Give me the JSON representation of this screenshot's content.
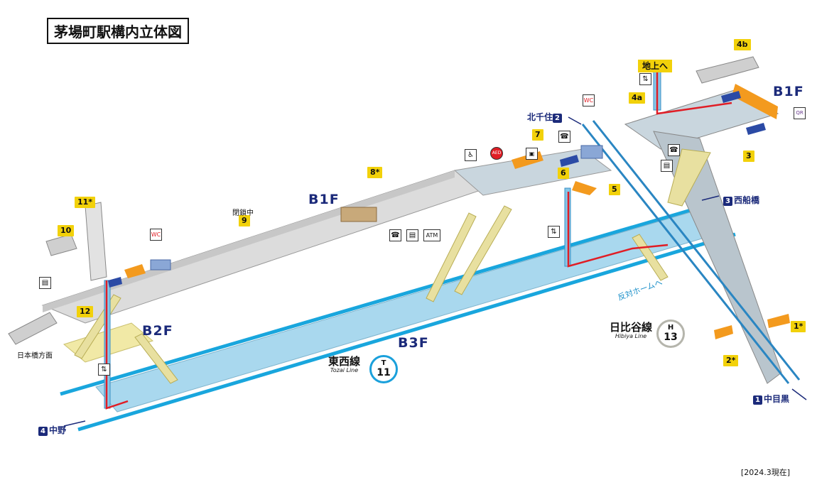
{
  "title": "茅場町駅構内立体図",
  "levels": {
    "b1f_left": "B1F",
    "b1f_right": "B1F",
    "b2f": "B2F",
    "b3f": "B3F"
  },
  "exits": {
    "e1": "1*",
    "e2": "2*",
    "e3": "3",
    "e4a": "4a",
    "e4b": "4b",
    "e5": "5",
    "e6": "6",
    "e7": "7",
    "e8": "8*",
    "e9": "9",
    "e10": "10",
    "e11": "11*",
    "e12": "12"
  },
  "exit9_note": "閉鎖中",
  "ground_label": "地上へ",
  "directions": {
    "kitasenju": {
      "num": "2",
      "text": "北千住"
    },
    "nishifunabashi": {
      "num": "3",
      "text": "西船橋"
    },
    "nakano": {
      "num": "4",
      "text": "中野"
    },
    "nakameguro": {
      "num": "1",
      "text": "中目黒"
    },
    "nihonbashi": "日本橋方面"
  },
  "opposite_platform": "反対ホームへ",
  "lines": {
    "tozai": {
      "jp": "東西線",
      "en": "Tozai Line",
      "letter": "T",
      "number": "11",
      "color": "#1aa0db"
    },
    "hibiya": {
      "jp": "日比谷線",
      "en": "Hibiya Line",
      "letter": "H",
      "number": "13",
      "color": "#b5b5ac"
    }
  },
  "icons": {
    "phone": "☎",
    "atm": "ATM",
    "locker": "▤",
    "aed": "AED",
    "wc": "WC",
    "elevator": "⇅",
    "ticket": "▣",
    "wheelchair": "♿",
    "qr": "QR"
  },
  "date_note": "[2024.3現在]",
  "colors": {
    "concourse": "#ccd9e1",
    "platform": "#a9d8ee",
    "track": "#19a6dd",
    "accent_red": "#e01d25",
    "stairs": "#e8e0a0",
    "escalator": "#2b4aa5",
    "gate": "#f39a1e"
  }
}
